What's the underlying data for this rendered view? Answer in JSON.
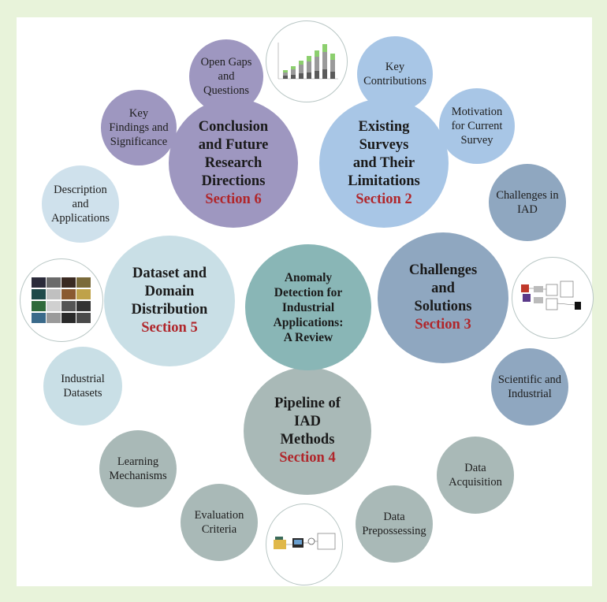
{
  "center": {
    "lines": [
      "Anomaly",
      "Detection for",
      "Industrial",
      "Applications:",
      "A Review"
    ]
  },
  "sections": [
    {
      "title": [
        "Existing",
        "Surveys",
        "and Their",
        "Limitations"
      ],
      "section": "Section 2"
    },
    {
      "title": [
        "Challenges",
        "and",
        "Solutions"
      ],
      "section": "Section 3"
    },
    {
      "title": [
        "Pipeline of",
        "IAD",
        "Methods"
      ],
      "section": "Section 4"
    },
    {
      "title": [
        "Dataset and",
        "Domain",
        "Distribution"
      ],
      "section": "Section 5"
    },
    {
      "title": [
        "Conclusion",
        "and Future",
        "Research",
        "Directions"
      ],
      "section": "Section 6"
    }
  ],
  "topics": {
    "key_contributions": [
      "Key",
      "Contributions"
    ],
    "motivation": [
      "Motivation",
      "for Current",
      "Survey"
    ],
    "challenges_iad": [
      "Challenges in",
      "IAD"
    ],
    "scientific_industrial": [
      "Scientific and",
      "Industrial"
    ],
    "data_acquisition": [
      "Data",
      "Acquisition"
    ],
    "data_preprocessing": [
      "Data",
      "Prepossessing"
    ],
    "evaluation_criteria": [
      "Evaluation",
      "Criteria"
    ],
    "learning_mechanisms": [
      "Learning",
      "Mechanisms"
    ],
    "industrial_datasets": [
      "Industrial",
      "Datasets"
    ],
    "description_applications": [
      "Description",
      "and",
      "Applications"
    ],
    "key_findings": [
      "Key",
      "Findings and",
      "Significance"
    ],
    "open_gaps": [
      "Open Gaps",
      "and",
      "Questions"
    ]
  },
  "colors": {
    "background": "#e8f3da",
    "section_label": "#b0262b"
  }
}
